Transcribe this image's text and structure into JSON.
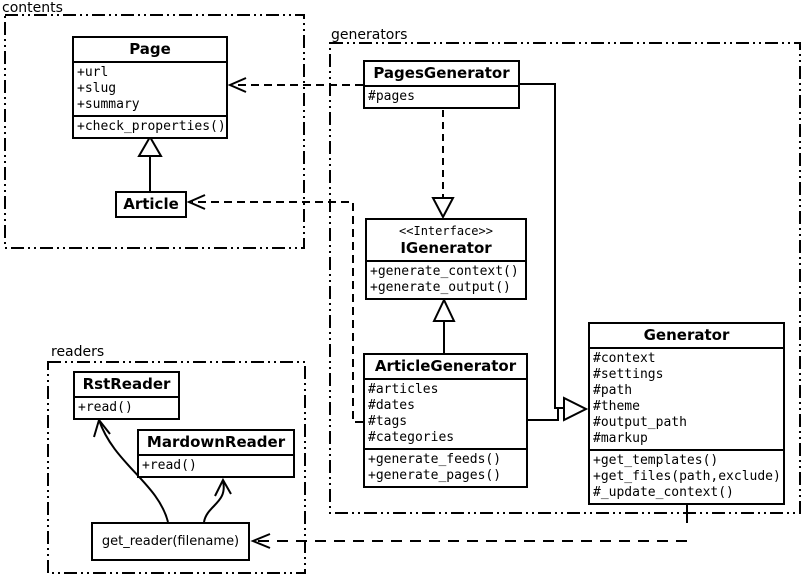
{
  "diagram": {
    "background": "#ffffff",
    "line_color": "#000000"
  },
  "packages": {
    "contents": {
      "label": "contents"
    },
    "generators": {
      "label": "generators"
    },
    "readers": {
      "label": "readers"
    }
  },
  "classes": {
    "page": {
      "name": "Page",
      "attributes": [
        "+url",
        "+slug",
        "+summary"
      ],
      "methods": [
        "+check_properties()"
      ]
    },
    "article": {
      "name": "Article"
    },
    "pages_generator": {
      "name": "PagesGenerator",
      "attributes": [
        "#pages"
      ]
    },
    "igenerator": {
      "stereotype": "<<Interface>>",
      "name": "IGenerator",
      "methods": [
        "+generate_context()",
        "+generate_output()"
      ]
    },
    "article_generator": {
      "name": "ArticleGenerator",
      "attributes": [
        "#articles",
        "#dates",
        "#tags",
        "#categories"
      ],
      "methods": [
        "+generate_feeds()",
        "+generate_pages()"
      ]
    },
    "generator": {
      "name": "Generator",
      "attributes": [
        "#context",
        "#settings",
        "#path",
        "#theme",
        "#output_path",
        "#markup"
      ],
      "methods": [
        "+get_templates()",
        "+get_files(path,exclude)",
        "#_update_context()"
      ]
    },
    "rst_reader": {
      "name": "RstReader",
      "methods": [
        "+read()"
      ]
    },
    "mardown_reader": {
      "name": "MardownReader",
      "methods": [
        "+read()"
      ]
    },
    "get_reader": {
      "label": "get_reader(filename)"
    }
  },
  "relationships": [
    {
      "from": "Article",
      "to": "Page",
      "type": "generalization"
    },
    {
      "from": "PagesGenerator",
      "to": "Page",
      "type": "dependency"
    },
    {
      "from": "ArticleGenerator",
      "to": "Article",
      "type": "dependency"
    },
    {
      "from": "PagesGenerator",
      "to": "IGenerator",
      "type": "realization"
    },
    {
      "from": "ArticleGenerator",
      "to": "IGenerator",
      "type": "realization"
    },
    {
      "from": "PagesGenerator",
      "to": "Generator",
      "type": "generalization"
    },
    {
      "from": "ArticleGenerator",
      "to": "Generator",
      "type": "generalization"
    },
    {
      "from": "Generator",
      "to": "get_reader(filename)",
      "type": "dependency"
    },
    {
      "from": "get_reader(filename)",
      "to": "RstReader",
      "type": "arrow"
    },
    {
      "from": "get_reader(filename)",
      "to": "MardownReader",
      "type": "arrow"
    }
  ]
}
